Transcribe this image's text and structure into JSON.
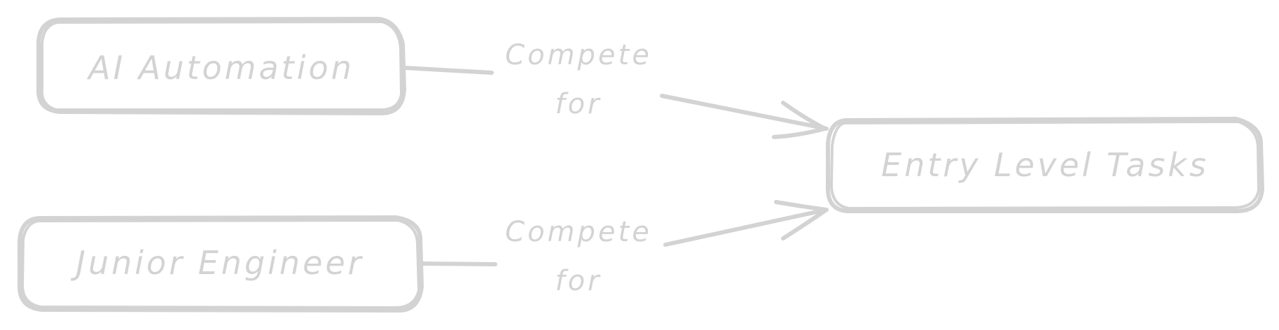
{
  "colors": {
    "stroke": "#d3d3d3",
    "text": "#d3d3d3",
    "background": "#ffffff"
  },
  "nodes": {
    "ai_automation": "AI Automation",
    "junior_engineer": "Junior Engineer",
    "entry_level_tasks": "Entry Level Tasks"
  },
  "edges": {
    "top": {
      "line1": "Compete",
      "line2": "for"
    },
    "bottom": {
      "line1": "Compete",
      "line2": "for"
    }
  }
}
